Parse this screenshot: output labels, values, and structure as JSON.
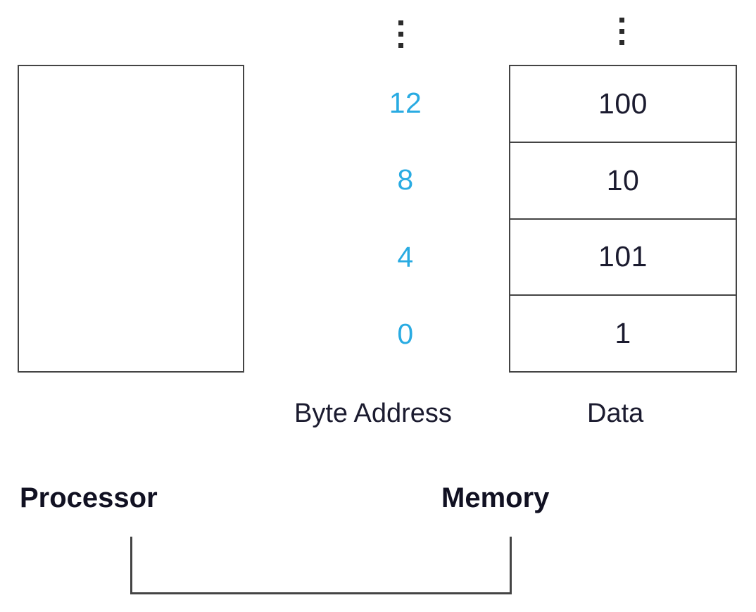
{
  "diagram": {
    "title": "Processor and Memory byte addressing diagram",
    "accent_color": "#29ABE2",
    "line_color": "#444444",
    "text_color": "#1b1b2f"
  },
  "processor": {
    "label": "Processor",
    "contents": ""
  },
  "memory": {
    "label": "Memory",
    "address_caption": "Byte Address",
    "data_caption": "Data",
    "continuation_symbol": "vertical-ellipsis",
    "rows": [
      {
        "address": "12",
        "data": "100"
      },
      {
        "address": "8",
        "data": "10"
      },
      {
        "address": "4",
        "data": "101"
      },
      {
        "address": "0",
        "data": "1"
      }
    ]
  },
  "bus": {
    "shape": "u-bracket",
    "connects": [
      "Processor",
      "Memory"
    ]
  }
}
